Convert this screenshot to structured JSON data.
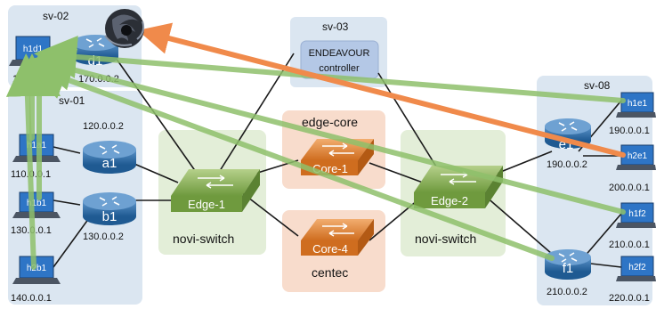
{
  "groups": {
    "sv02": "sv-02",
    "sv01": "sv-01",
    "sv03": "sv-03",
    "sv08": "sv-08",
    "edge_core": "edge-core",
    "centec": "centec",
    "novi_left": "novi-switch",
    "novi_right": "novi-switch"
  },
  "controller": {
    "line1": "ENDEAVOUR",
    "line2": "controller"
  },
  "routers": {
    "d1": {
      "label": "d1",
      "ip": "170.0.0.2"
    },
    "a1": {
      "label": "a1",
      "ip": "120.0.0.2"
    },
    "b1": {
      "label": "b1",
      "ip": "130.0.0.2"
    },
    "e1": {
      "label": "e1",
      "ip": "190.0.0.2"
    },
    "f1": {
      "label": "f1",
      "ip": "210.0.0.2"
    }
  },
  "switches": {
    "edge1": "Edge-1",
    "edge2": "Edge-2",
    "core1": "Core-1",
    "core4": "Core-4"
  },
  "hosts": {
    "h1d1": {
      "label": "h1d1",
      "ip": "170.0.0.1"
    },
    "h1a1": {
      "label": "h1a1",
      "ip": "110.0.0.1"
    },
    "h1b1": {
      "label": "h1b1",
      "ip": "130.0.0.1"
    },
    "h2b1": {
      "label": "h2b1",
      "ip": "140.0.0.1"
    },
    "h1e1": {
      "label": "h1e1",
      "ip": "190.0.0.1"
    },
    "h2e1": {
      "label": "h2e1",
      "ip": "200.0.0.1"
    },
    "h1f2": {
      "label": "h1f2",
      "ip": "210.0.0.1"
    },
    "h2f2": {
      "label": "h2f2",
      "ip": "220.0.0.1"
    }
  },
  "colors": {
    "group_blue": "#dbe6f1",
    "group_green": "#e3eed8",
    "group_orange": "#f8dccc",
    "router_blue": "#2e6da4",
    "switch_green": "#8cb05c",
    "switch_orange": "#e0893c",
    "flow_green": "#8ec06b",
    "flow_orange": "#f08a4b"
  }
}
